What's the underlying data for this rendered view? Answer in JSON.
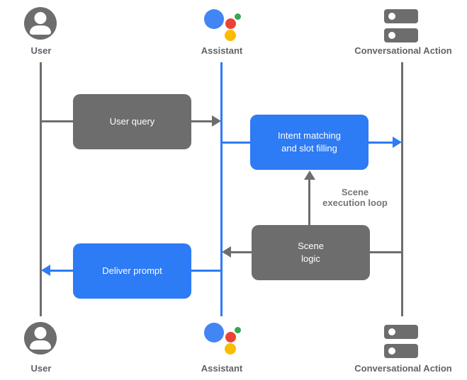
{
  "actors": {
    "top": [
      {
        "label": "User"
      },
      {
        "label": "Assistant"
      },
      {
        "label": "Conversational Action"
      }
    ],
    "bottom": [
      {
        "label": "User"
      },
      {
        "label": "Assistant"
      },
      {
        "label": "Conversational Action"
      }
    ]
  },
  "nodes": {
    "user_query": {
      "label": "User query"
    },
    "intent_matching": {
      "line1": "Intent matching",
      "line2": "and slot filling"
    },
    "scene_logic": {
      "line1": "Scene",
      "line2": "logic"
    },
    "deliver_prompt": {
      "label": "Deliver prompt"
    }
  },
  "annotations": {
    "scene_execution_loop": {
      "line1": "Scene",
      "line2": "execution loop"
    }
  },
  "colors": {
    "accent_blue": "#2d7bf5",
    "node_gray": "#6d6d6d",
    "label_gray": "#5f6368",
    "annotation_gray": "#757575",
    "assistant_blue": "#4285f4",
    "assistant_red": "#ea4335",
    "assistant_green": "#34a853",
    "assistant_yellow": "#fbbc04"
  }
}
